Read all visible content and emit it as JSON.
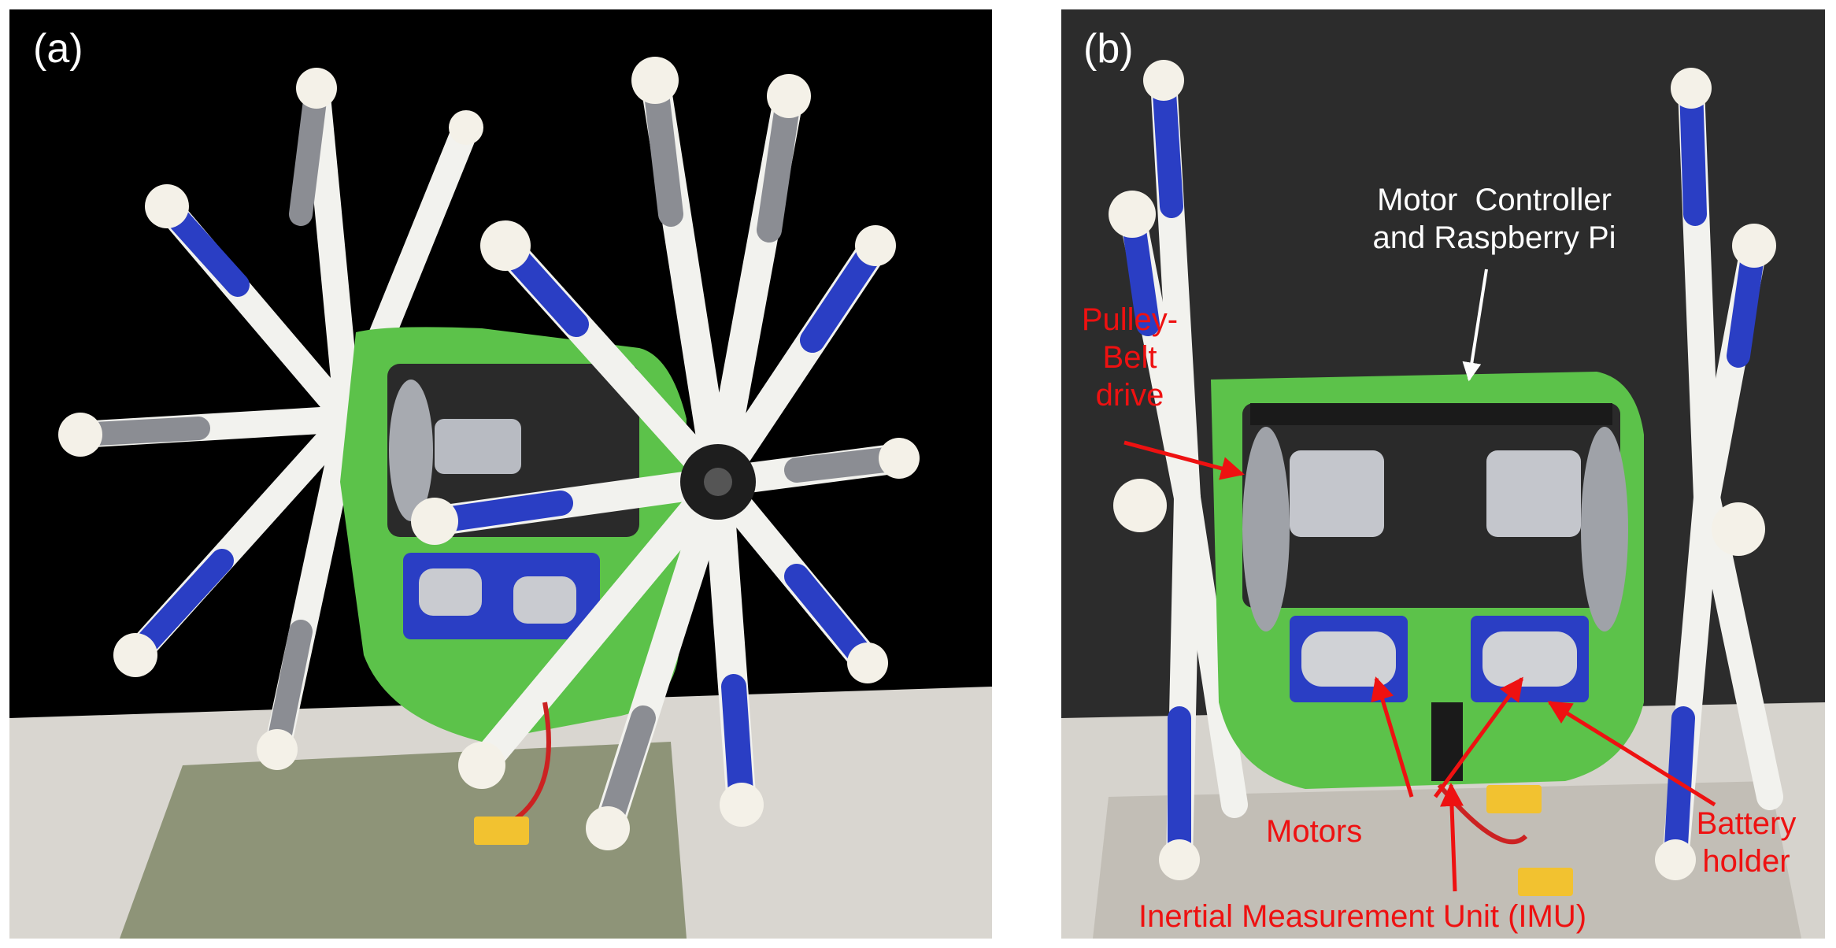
{
  "panels": {
    "a": {
      "letter": "(a)"
    },
    "b": {
      "letter": "(b)",
      "labels": {
        "controller_line1": "Motor  Controller",
        "controller_line2": "and Raspberry Pi",
        "pulley_line1": "Pulley-",
        "pulley_line2": "Belt",
        "pulley_line3": "drive",
        "motors": "Motors",
        "battery_line1": "Battery",
        "battery_line2": "holder",
        "imu": "Inertial Measurement Unit (IMU)"
      }
    }
  },
  "colors": {
    "chassis_green": "#5cc24a",
    "spoke_blue": "#2a3ec4",
    "spoke_white": "#f2f2ee",
    "annotation_red": "#ee1111",
    "floor_gray": "#cfcbc4"
  }
}
